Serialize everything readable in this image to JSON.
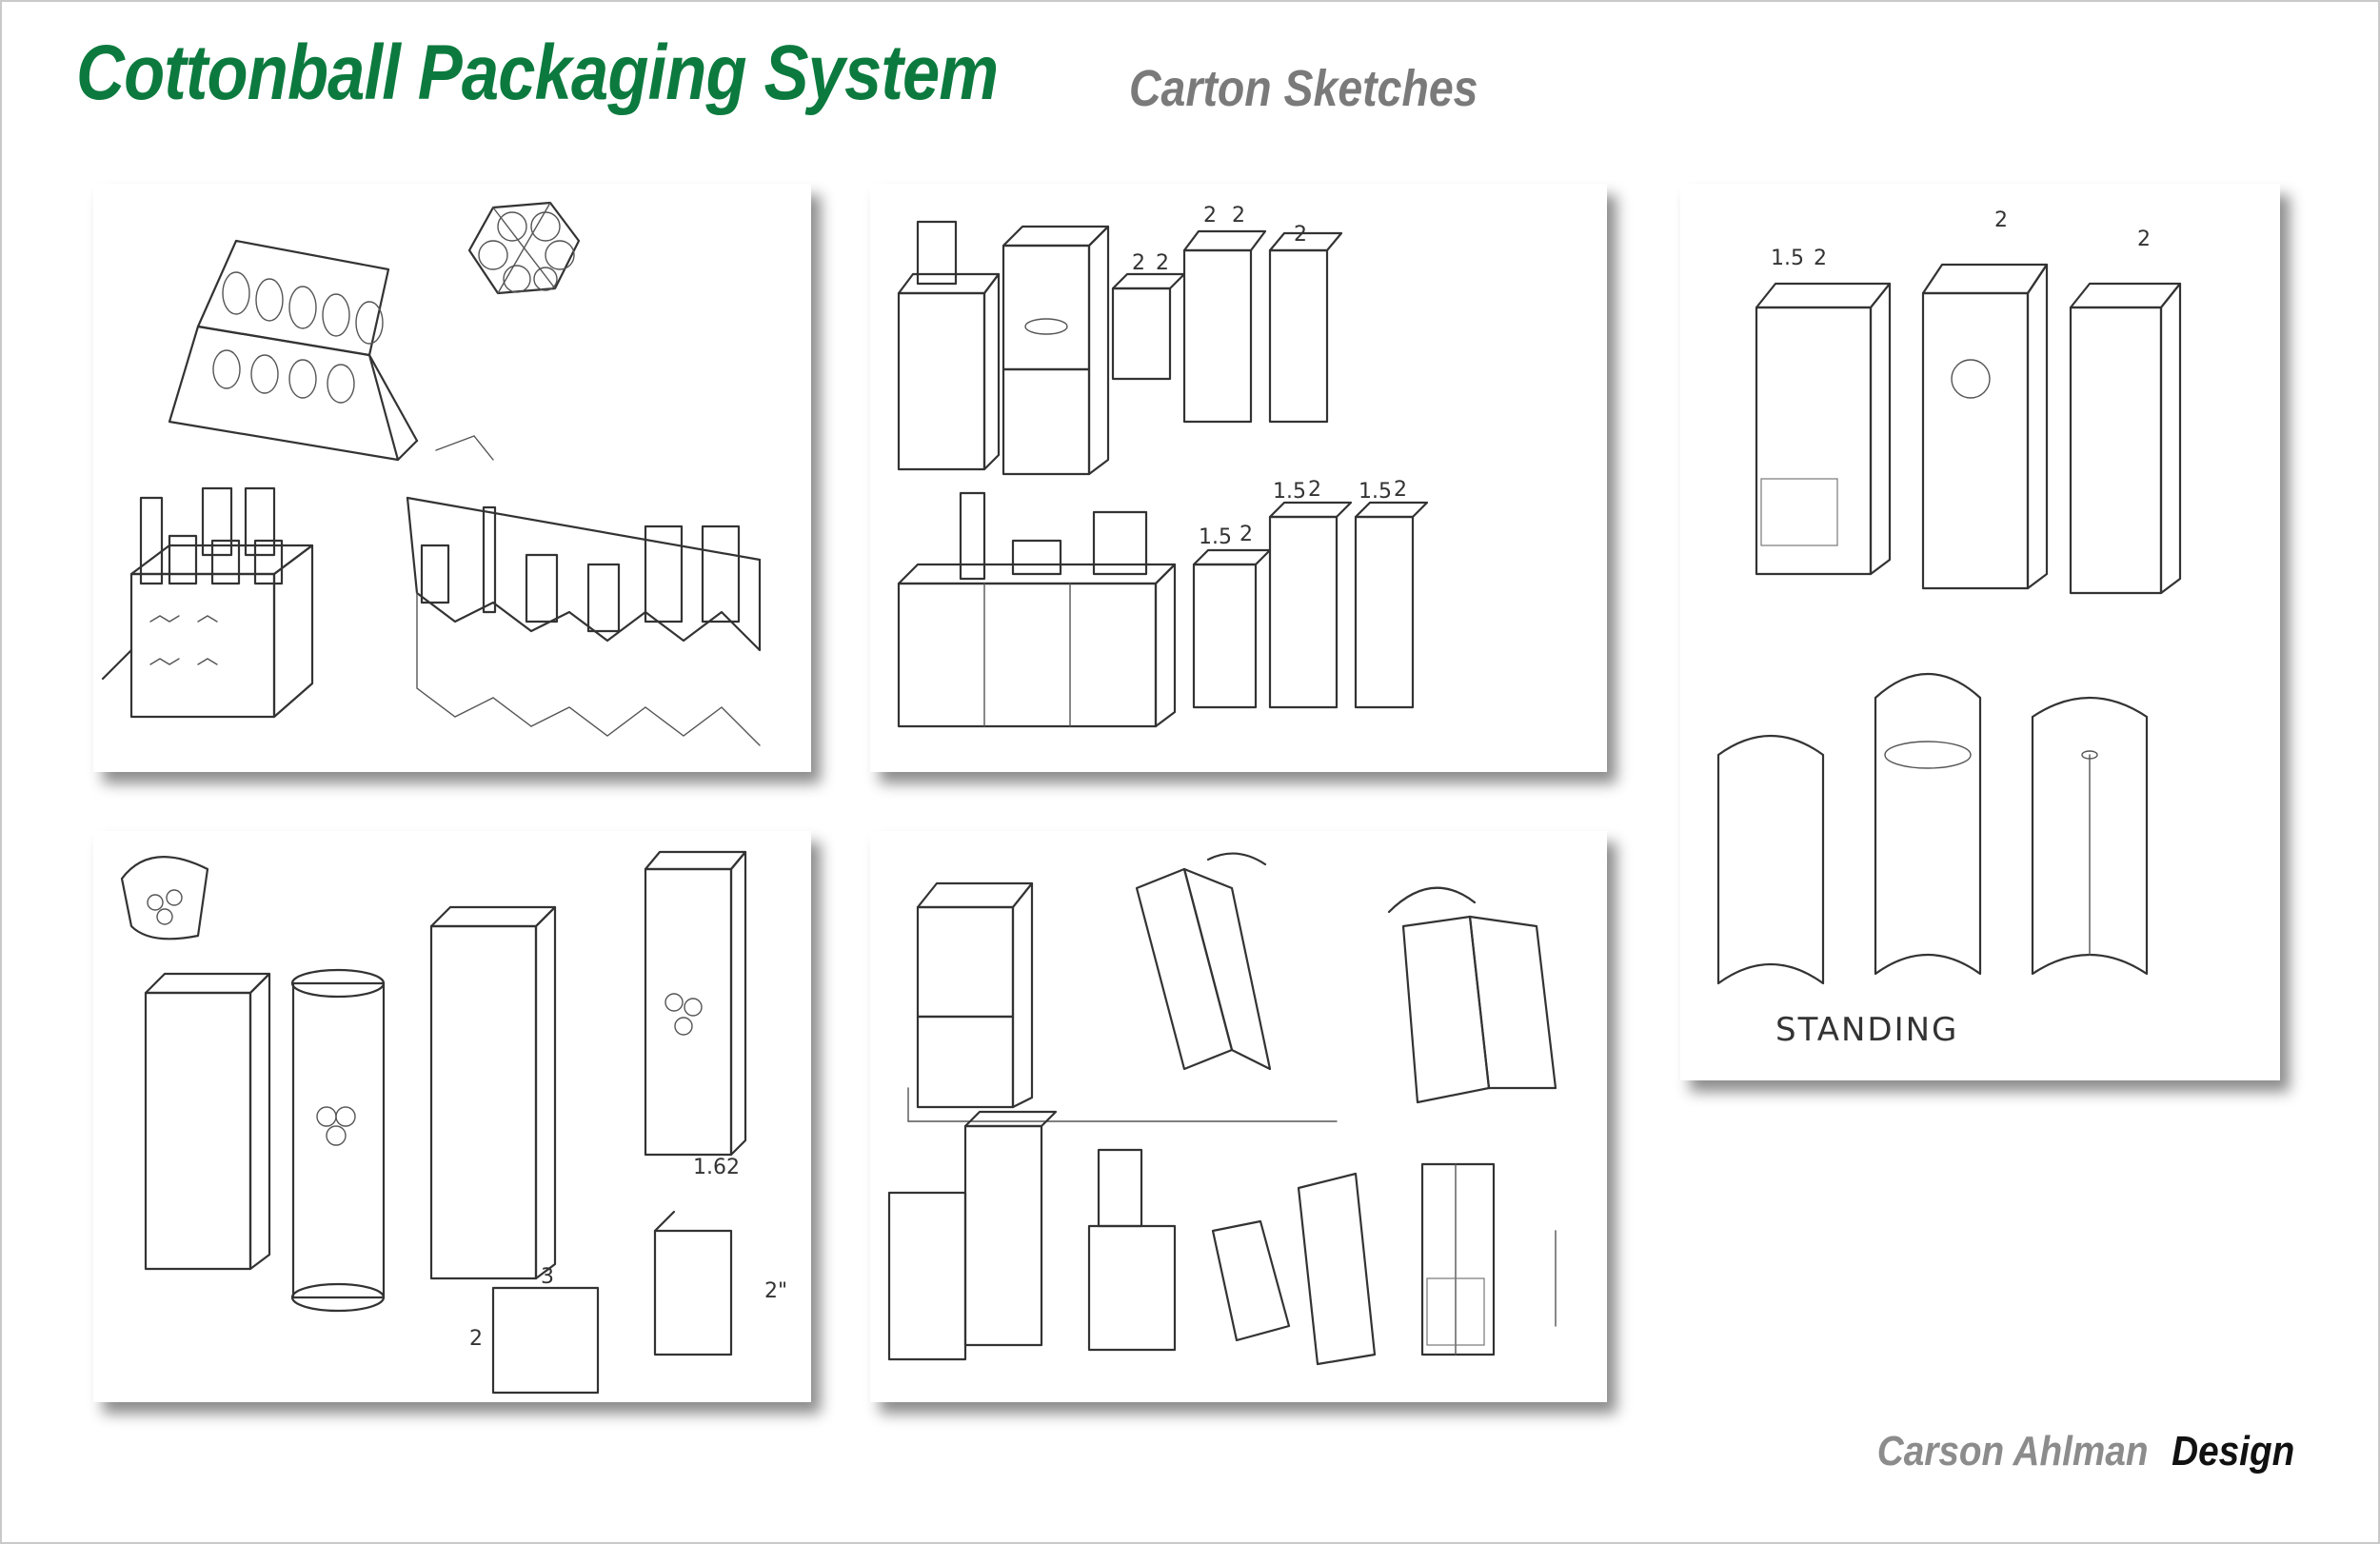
{
  "header": {
    "title": "Cottonball Packaging System",
    "subtitle": "Carton Sketches"
  },
  "footer": {
    "designer": "Carson Ahlman",
    "design_label": "Design"
  },
  "sheets": {
    "sheet5": {
      "annotation": "STANDING"
    }
  },
  "dimensions": {
    "d2": "2",
    "d15": "1.5",
    "d3": "3",
    "d162": "1.62",
    "d2in": "2\""
  }
}
